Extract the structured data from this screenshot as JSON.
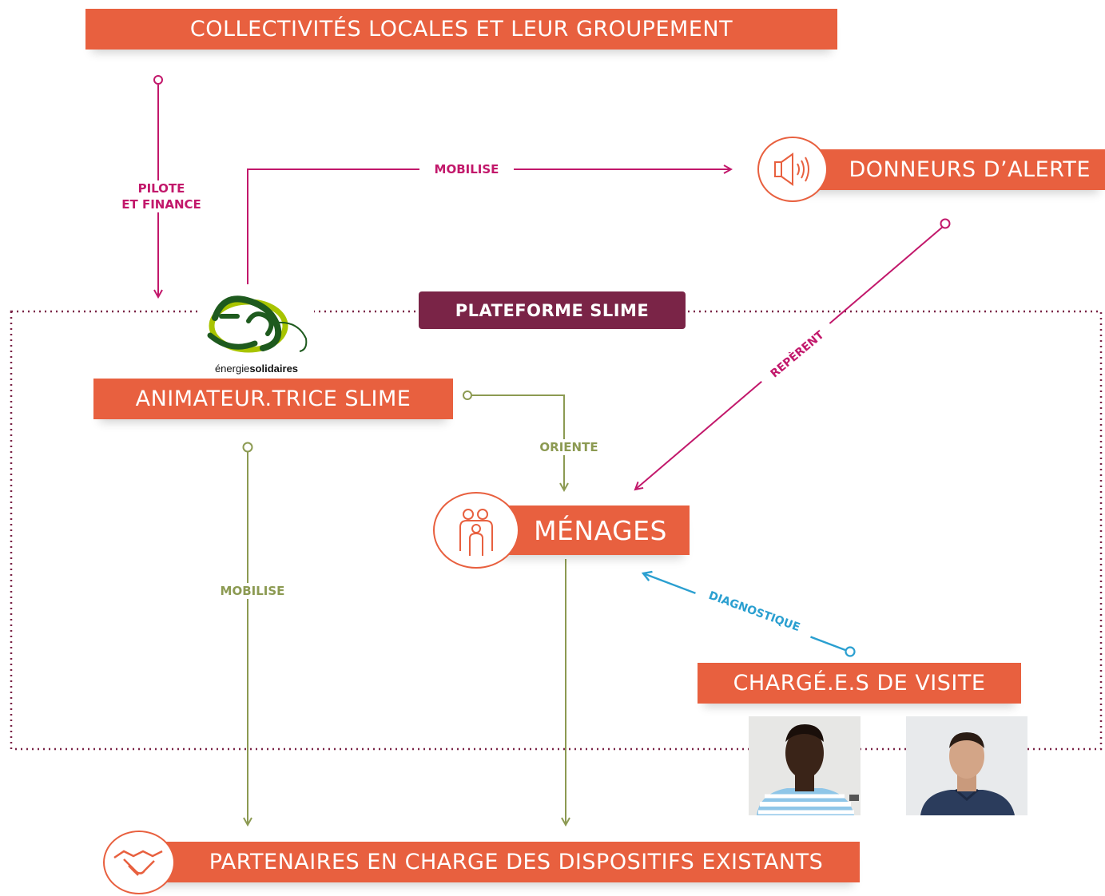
{
  "boxes": {
    "collectivites": "COLLECTIVITÉS LOCALES ET LEUR GROUPEMENT",
    "donneurs": "DONNEURS D’ALERTE",
    "plateforme": "PLATEFORME SLIME",
    "animateur": "ANIMATEUR.TRICE SLIME",
    "menages": "MÉNAGES",
    "charges": "CHARGÉ.E.S DE VISITE",
    "partenaires": "PARTENAIRES EN CHARGE DES DISPOSITIFS EXISTANTS"
  },
  "labels": {
    "pilote_1": "PILOTE",
    "pilote_2": "ET FINANCE",
    "mobilise_top": "MOBILISE",
    "reperent": "REPÈRENT",
    "oriente": "ORIENTE",
    "mobilise_left": "MOBILISE",
    "diagnostique": "DIAGNOSTIQUE"
  },
  "logo": {
    "text_light": "énergie",
    "text_bold": "solidaires"
  },
  "icons": {
    "donneurs": "speaker-icon",
    "menages": "family-icon",
    "partenaires": "handshake-icon"
  },
  "colors": {
    "box": "#e8603f",
    "plateforme": "#7a2447",
    "pink_arrow": "#c2186b",
    "olive_arrow": "#8c9a52",
    "blue_arrow": "#2a9fd0",
    "logo_green": "#a8c400",
    "logo_dark": "#1e5a1e"
  }
}
